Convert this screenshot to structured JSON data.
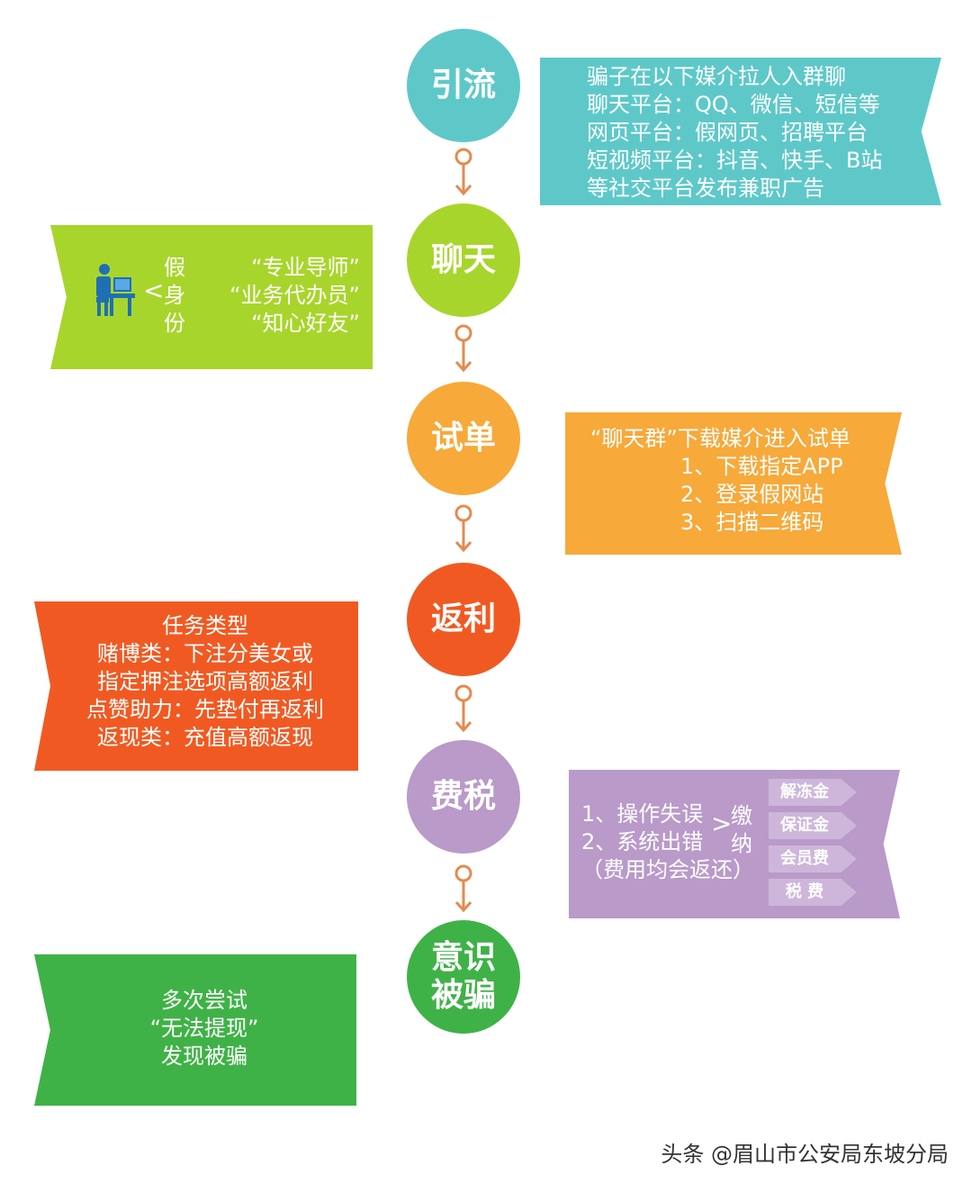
{
  "steps": [
    {
      "label": "引流",
      "color": "#5ec8c9"
    },
    {
      "label": "聊天",
      "color": "#a8d52c"
    },
    {
      "label": "试单",
      "color": "#f7a93a"
    },
    {
      "label": "返利",
      "color": "#f05a22"
    },
    {
      "label": "费税",
      "color": "#b99ac9"
    },
    {
      "label_line1": "意识",
      "label_line2": "被骗",
      "color": "#3fb247"
    }
  ],
  "connector_color": "#e68a4e",
  "boxes": {
    "yinliu": {
      "color": "#5ec8c9",
      "lines": [
        "骗子在以下媒介拉人入群聊",
        "聊天平台：QQ、微信、短信等",
        "网页平台：假网页、招聘平台",
        "短视频平台：抖音、快手、B站",
        "等社交平台发布兼职广告"
      ]
    },
    "liaotian": {
      "color": "#a8d52c",
      "icon": "office-worker-icon",
      "side_chars": [
        "假",
        "身",
        "份"
      ],
      "bracket": "<",
      "roles": [
        "“专业导师”",
        "“业务代办员”",
        "“知心好友”"
      ]
    },
    "shidan": {
      "color": "#f7a93a",
      "lines": [
        "“聊天群”下载媒介进入试单",
        "1、下载指定APP",
        "2、登录假网站",
        "3、扫描二维码"
      ]
    },
    "fanli": {
      "color": "#f05a22",
      "lines": [
        "任务类型",
        "赌博类：下注分美女或",
        "指定押注选项高额返利",
        "点赞助力：先垫付再返利",
        "返现类：充值高额返现"
      ]
    },
    "feishui": {
      "color": "#b99ac9",
      "lines": [
        "1、操作失误",
        "2、系统出错",
        "（费用均会返还）"
      ],
      "bracket": ">",
      "pay_chars": [
        "缴",
        "纳"
      ],
      "tags": [
        "解冻金",
        "保证金",
        "会员费",
        "税 费"
      ]
    },
    "yishi": {
      "color": "#3fb247",
      "lines": [
        "多次尝试",
        "“无法提现”",
        "发现被骗"
      ]
    }
  },
  "credit": "头条 @眉山市公安局东坡分局"
}
